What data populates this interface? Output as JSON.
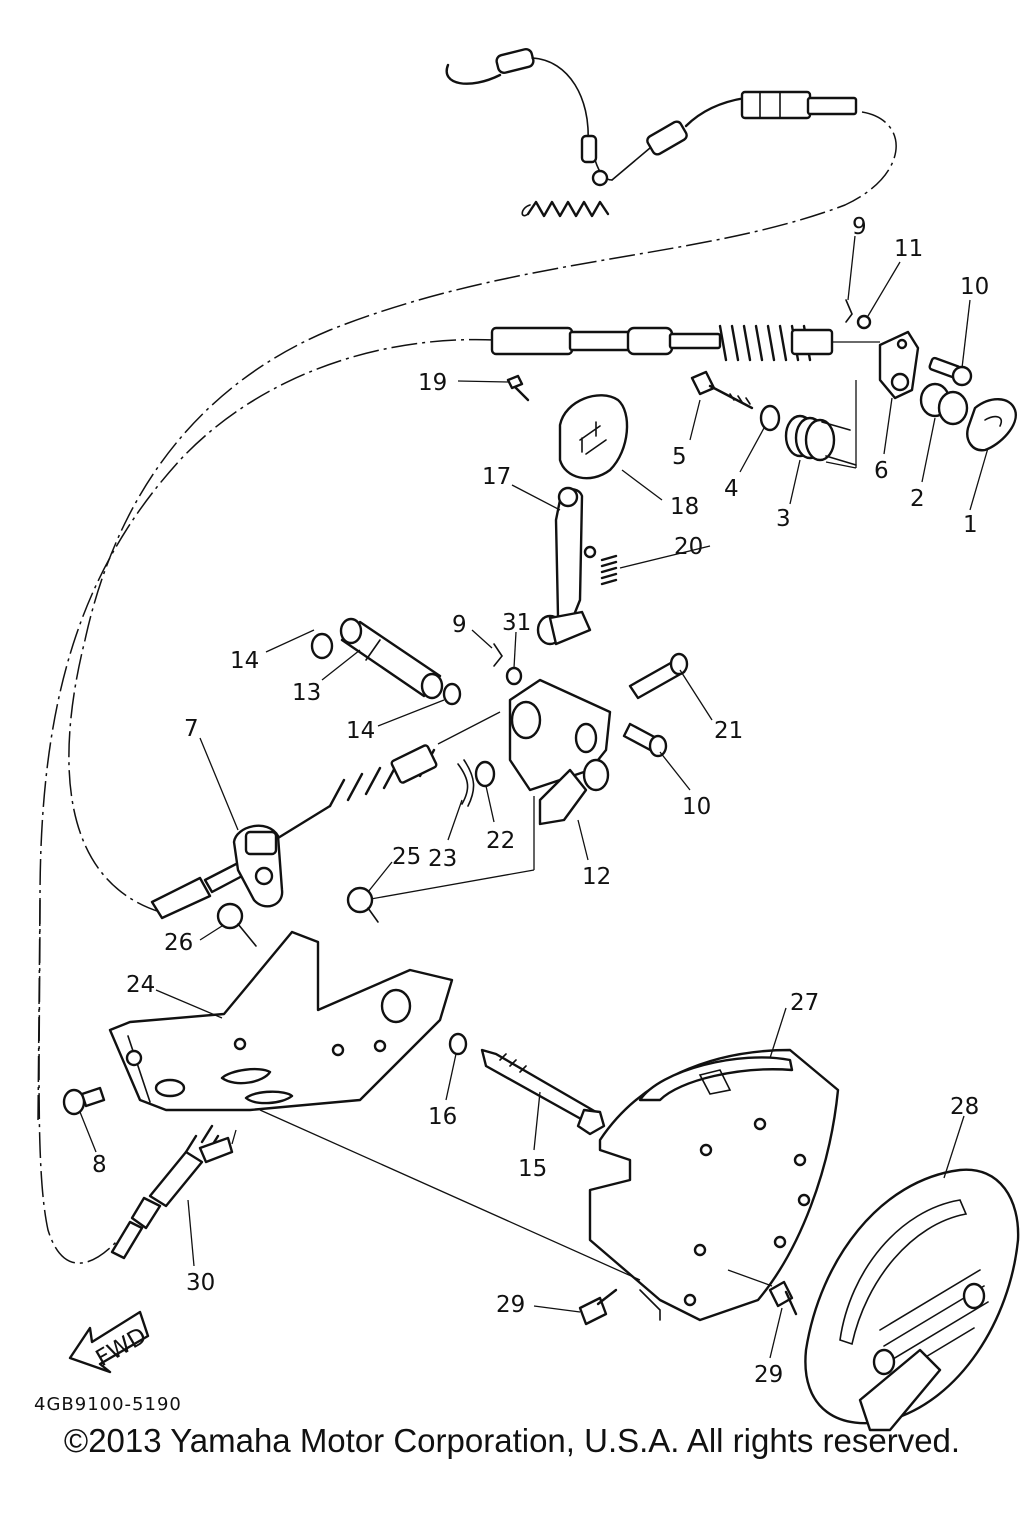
{
  "diagram": {
    "drawing_code": "4GB9100-5190",
    "copyright": "©2013 Yamaha Motor Corporation, U.S.A. All rights reserved.",
    "fwd_label": "FWD",
    "callouts": {
      "c1": "1",
      "c2": "2",
      "c3": "3",
      "c4": "4",
      "c5": "5",
      "c6": "6",
      "c7": "7",
      "c8": "8",
      "c9a": "9",
      "c9b": "9",
      "c10a": "10",
      "c10b": "10",
      "c11": "11",
      "c12": "12",
      "c13": "13",
      "c14a": "14",
      "c14b": "14",
      "c15": "15",
      "c16": "16",
      "c17": "17",
      "c18": "18",
      "c19": "19",
      "c20": "20",
      "c21": "21",
      "c22": "22",
      "c23": "23",
      "c24": "24",
      "c25": "25",
      "c26": "26",
      "c27": "27",
      "c28": "28",
      "c29a": "29",
      "c29b": "29",
      "c30": "30",
      "c31": "31"
    }
  }
}
